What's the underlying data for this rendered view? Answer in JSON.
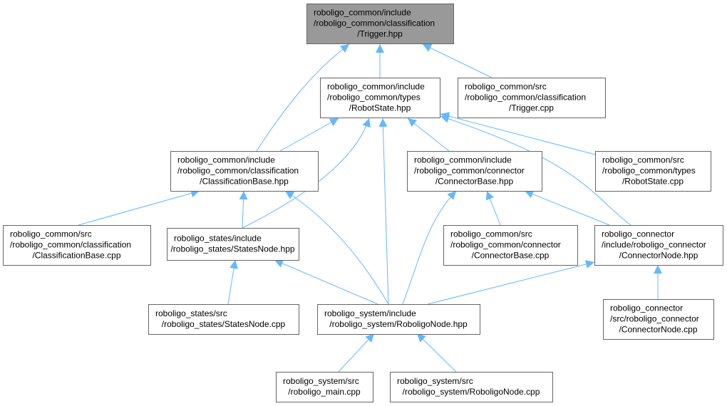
{
  "graph": {
    "title": "Include dependency graph",
    "colors": {
      "edge": "#63b8ff",
      "current_node_fill": "#999999",
      "node_border": "#666666"
    },
    "nodes": {
      "trigger_hpp": {
        "lines": [
          "roboligo_common/include",
          "/roboligo_common/classification",
          "/Trigger.hpp"
        ],
        "current": true
      },
      "robotstate_hpp": {
        "lines": [
          "roboligo_common/include",
          "/roboligo_common/types",
          "/RobotState.hpp"
        ]
      },
      "trigger_cpp": {
        "lines": [
          "roboligo_common/src",
          "/roboligo_common/classification",
          "/Trigger.cpp"
        ]
      },
      "classbase_hpp": {
        "lines": [
          "roboligo_common/include",
          "/roboligo_common/classification",
          "/ClassificationBase.hpp"
        ]
      },
      "connbase_hpp": {
        "lines": [
          "roboligo_common/include",
          "/roboligo_common/connector",
          "/ConnectorBase.hpp"
        ]
      },
      "robotstate_cpp": {
        "lines": [
          "roboligo_common/src",
          "/roboligo_common/types",
          "/RobotState.cpp"
        ]
      },
      "classbase_cpp": {
        "lines": [
          "roboligo_common/src",
          "/roboligo_common/classification",
          "/ClassificationBase.cpp"
        ]
      },
      "statesnode_hpp": {
        "lines": [
          "roboligo_states/include",
          "/roboligo_states/StatesNode.hpp"
        ]
      },
      "connbase_cpp": {
        "lines": [
          "roboligo_common/src",
          "/roboligo_common/connector",
          "/ConnectorBase.cpp"
        ]
      },
      "connnode_hpp": {
        "lines": [
          "roboligo_connector",
          "/include/roboligo_connector",
          "/ConnectorNode.hpp"
        ]
      },
      "statesnode_cpp": {
        "lines": [
          "roboligo_states/src",
          "/roboligo_states/StatesNode.cpp"
        ]
      },
      "roboligonode_hpp": {
        "lines": [
          "roboligo_system/include",
          "/roboligo_system/RoboligoNode.hpp"
        ]
      },
      "connnode_cpp": {
        "lines": [
          "roboligo_connector",
          "/src/roboligo_connector",
          "/ConnectorNode.cpp"
        ]
      },
      "main_cpp": {
        "lines": [
          "roboligo_system/src",
          "/roboligo_main.cpp"
        ]
      },
      "roboligonode_cpp": {
        "lines": [
          "roboligo_system/src",
          "/roboligo_system/RoboligoNode.cpp"
        ]
      }
    },
    "edges": [
      [
        "classbase_hpp",
        "trigger_hpp"
      ],
      [
        "robotstate_hpp",
        "trigger_hpp"
      ],
      [
        "trigger_cpp",
        "trigger_hpp"
      ],
      [
        "classbase_hpp",
        "robotstate_hpp"
      ],
      [
        "statesnode_hpp",
        "robotstate_hpp"
      ],
      [
        "roboligonode_hpp",
        "robotstate_hpp"
      ],
      [
        "connbase_hpp",
        "robotstate_hpp"
      ],
      [
        "connnode_hpp",
        "robotstate_hpp"
      ],
      [
        "robotstate_cpp",
        "robotstate_hpp"
      ],
      [
        "classbase_cpp",
        "classbase_hpp"
      ],
      [
        "statesnode_hpp",
        "classbase_hpp"
      ],
      [
        "roboligonode_hpp",
        "classbase_hpp"
      ],
      [
        "roboligonode_hpp",
        "connbase_hpp"
      ],
      [
        "connbase_cpp",
        "connbase_hpp"
      ],
      [
        "connnode_hpp",
        "connbase_hpp"
      ],
      [
        "statesnode_cpp",
        "statesnode_hpp"
      ],
      [
        "roboligonode_hpp",
        "statesnode_hpp"
      ],
      [
        "roboligonode_hpp",
        "connnode_hpp"
      ],
      [
        "connnode_cpp",
        "connnode_hpp"
      ],
      [
        "main_cpp",
        "roboligonode_hpp"
      ],
      [
        "roboligonode_cpp",
        "roboligonode_hpp"
      ]
    ]
  }
}
